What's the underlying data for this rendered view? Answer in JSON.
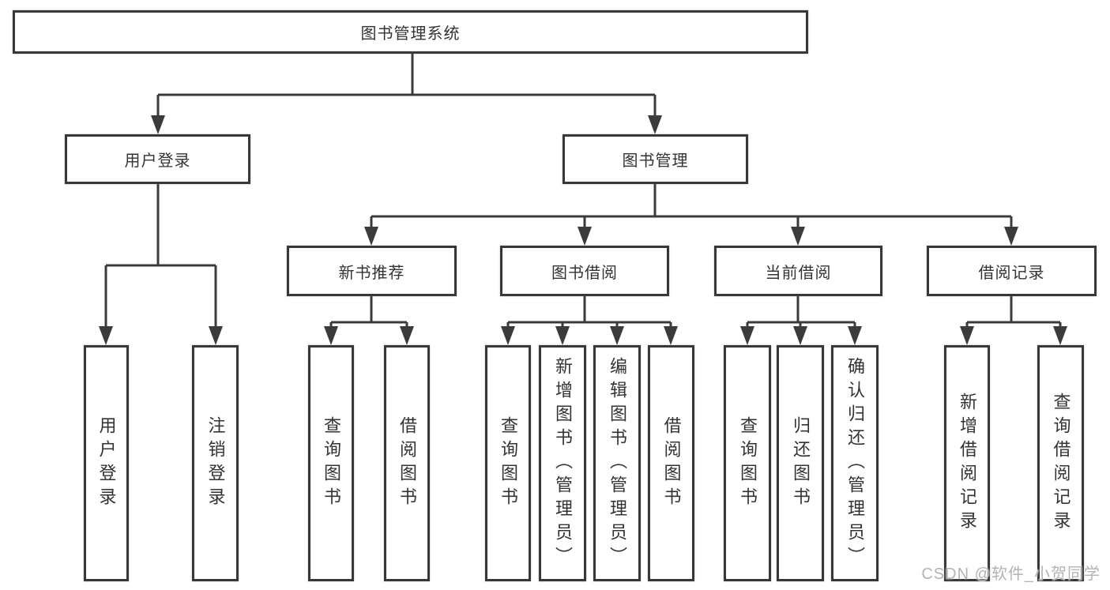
{
  "colors": {
    "page_background": "#ffffff",
    "box_background": "#ffffff",
    "line": "#3b3b3b",
    "text": "#333333",
    "watermark": "#b3b3b3"
  },
  "watermark": "CSDN @软件_小贺同学",
  "diagram": {
    "type": "hierarchy-tree",
    "nodes": {
      "root": {
        "label": "图书管理系统"
      },
      "user_login": {
        "label": "用户登录"
      },
      "book_mgmt": {
        "label": "图书管理"
      },
      "new_book": {
        "label": "新书推荐"
      },
      "book_borrow": {
        "label": "图书借阅"
      },
      "current_borrow": {
        "label": "当前借阅"
      },
      "borrow_record": {
        "label": "借阅记录"
      },
      "leaves": {
        "user_login": "用户登录",
        "logout": "注销登录",
        "nb_query_book": "查询图书",
        "nb_borrow_book": "借阅图书",
        "bb_query_book": "查询图书",
        "bb_add_book": "新增图书（管理员）",
        "bb_edit_book": "编辑图书（管理员）",
        "bb_borrow_book": "借阅图书",
        "cb_query_book": "查询图书",
        "cb_return_book": "归还图书",
        "cb_confirm_return": "确认归还（管理员）",
        "br_add_record": "新增借阅记录",
        "br_query_record": "查询借阅记录"
      }
    },
    "tree": {
      "root": [
        "user_login",
        "book_mgmt"
      ],
      "user_login": [
        "leaves.user_login",
        "leaves.logout"
      ],
      "book_mgmt": [
        "new_book",
        "book_borrow",
        "current_borrow",
        "borrow_record"
      ],
      "new_book": [
        "leaves.nb_query_book",
        "leaves.nb_borrow_book"
      ],
      "book_borrow": [
        "leaves.bb_query_book",
        "leaves.bb_add_book",
        "leaves.bb_edit_book",
        "leaves.bb_borrow_book"
      ],
      "current_borrow": [
        "leaves.cb_query_book",
        "leaves.cb_return_book",
        "leaves.cb_confirm_return"
      ],
      "borrow_record": [
        "leaves.br_add_record",
        "leaves.br_query_record"
      ]
    }
  }
}
